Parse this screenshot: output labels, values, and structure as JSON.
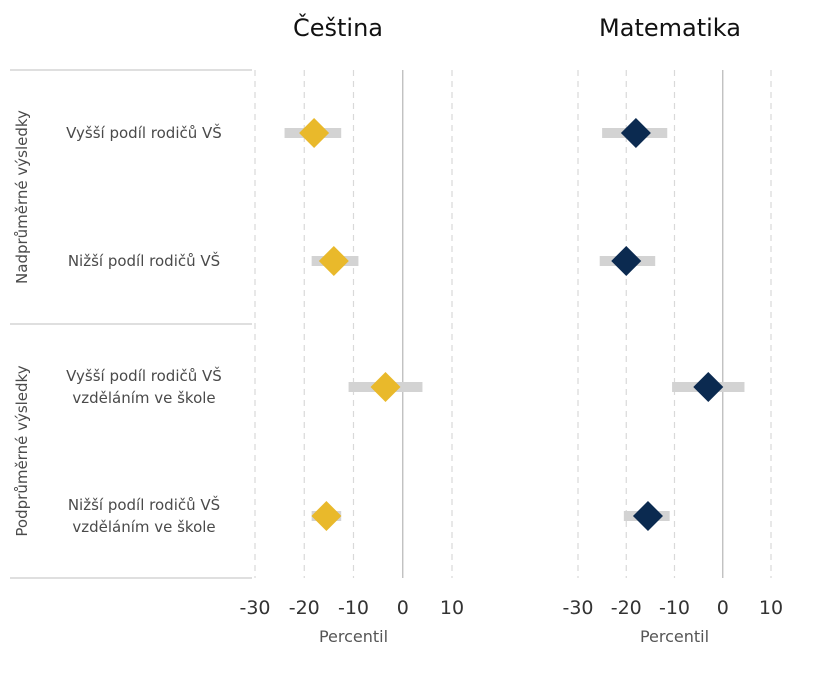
{
  "chart_data": {
    "type": "dot-range",
    "xlabel": "Percentil",
    "xlim": [
      -32,
      14
    ],
    "xticks": [
      -30,
      -20,
      -10,
      0,
      10
    ],
    "grid": "vertical dashed",
    "groups": [
      {
        "label": "Nadprůměrné výsledky",
        "rows": [
          0,
          1
        ]
      },
      {
        "label": "Podprůměrné výsledky",
        "rows": [
          2,
          3
        ]
      }
    ],
    "rows": [
      {
        "label_lines": [
          "Vyšší podíl rodičů VŠ"
        ]
      },
      {
        "label_lines": [
          "Nižší podíl rodičů VŠ"
        ]
      },
      {
        "label_lines": [
          "Vyšší podíl rodičů VŠ",
          "vzděláním ve škole"
        ]
      },
      {
        "label_lines": [
          "Nižší podíl rodičů VŠ",
          "vzděláním ve škole"
        ]
      }
    ],
    "panels": [
      {
        "title": "Čeština",
        "color": "#E9B92B",
        "points": [
          {
            "value": -18,
            "low": -24,
            "high": -12.5
          },
          {
            "value": -14,
            "low": -18.5,
            "high": -9
          },
          {
            "value": -3.5,
            "low": -11,
            "high": 4
          },
          {
            "value": -15.5,
            "low": -18.5,
            "high": -12.5
          }
        ]
      },
      {
        "title": "Matematika",
        "color": "#0B2A50",
        "points": [
          {
            "value": -18,
            "low": -25,
            "high": -11.5
          },
          {
            "value": -20,
            "low": -25.5,
            "high": -14
          },
          {
            "value": -3,
            "low": -10.5,
            "high": 4.5
          },
          {
            "value": -15.5,
            "low": -20.5,
            "high": -11
          }
        ]
      }
    ],
    "interval_color": "#D3D3D3",
    "zero_line_color": "#BBBBBB",
    "grid_color": "#D9D9D9"
  }
}
